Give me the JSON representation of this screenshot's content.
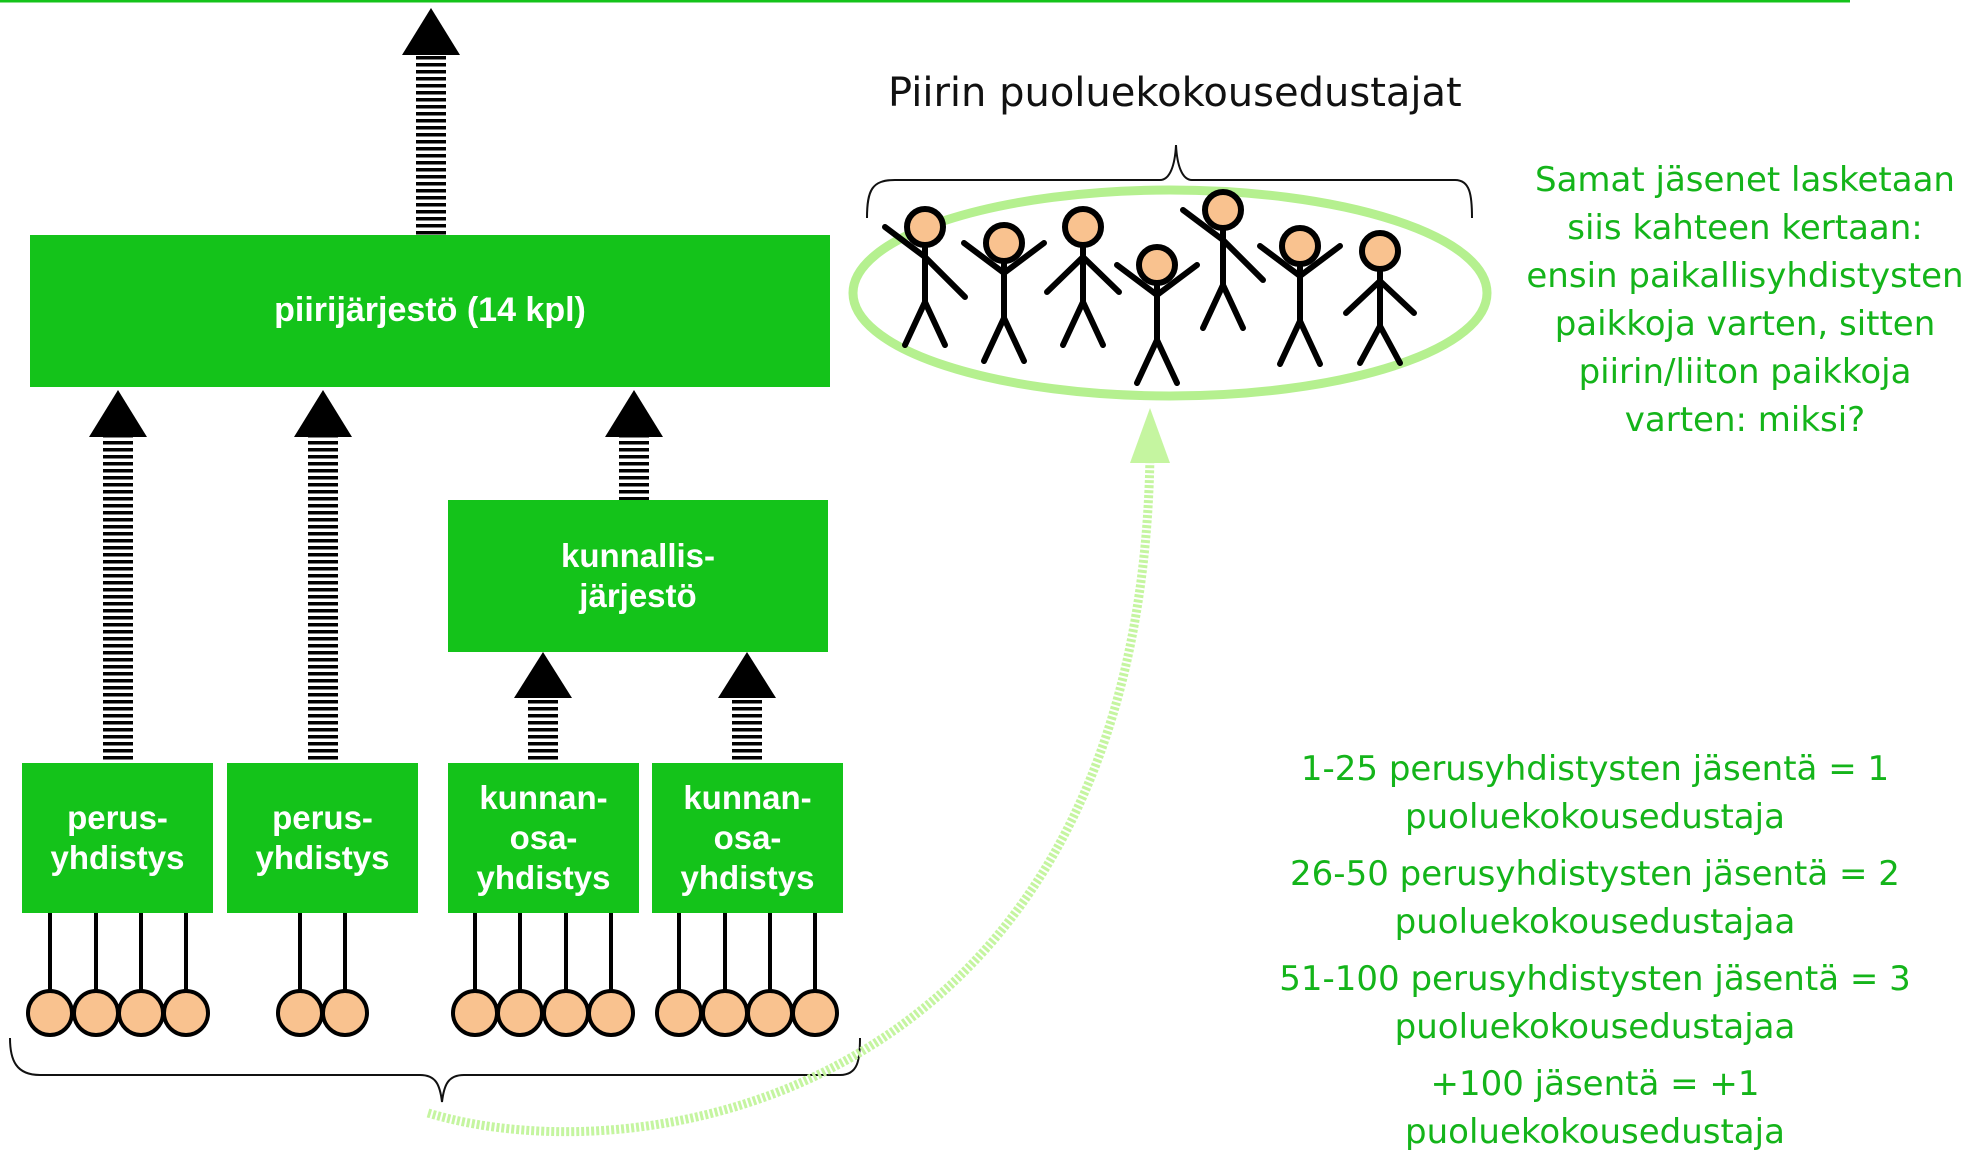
{
  "colors": {
    "box_fill": "#14c31a",
    "box_text": "#ffffff",
    "note_text": "#14b41a",
    "member_fill": "#f9c28f",
    "ellipse_stroke": "#b5f08f",
    "curve_stroke": "#c5f5a0",
    "arrow": "#000000"
  },
  "title": "Piirin puoluekokousedustajat",
  "boxes": {
    "piiri": "piirijärjestö (14 kpl)",
    "kunnallis": "kunnallis-\njärjestö",
    "perus1": "perus-\nyhdistys",
    "perus2": "perus-\nyhdistys",
    "kunnan1": "kunnan-\nosa-\nyhdistys",
    "kunnan2": "kunnan-\nosa-\nyhdistys"
  },
  "note_top": "Samat jäsenet lasketaan\nsiis kahteen kertaan:\nensin paikallisyhdistysten\npaikkoja varten, sitten\npiirin/liiton paikkoja\nvarten: miksi?",
  "rules": [
    "1-25 perusyhdistysten jäsentä = 1\npuoluekokousedustaja",
    "26-50 perusyhdistysten jäsentä = 2\npuoluekokousedustajaa",
    "51-100 perusyhdistysten jäsentä = 3\npuoluekokousedustajaa",
    "+100 jäsentä = +1\npuoluekokousedustaja"
  ]
}
